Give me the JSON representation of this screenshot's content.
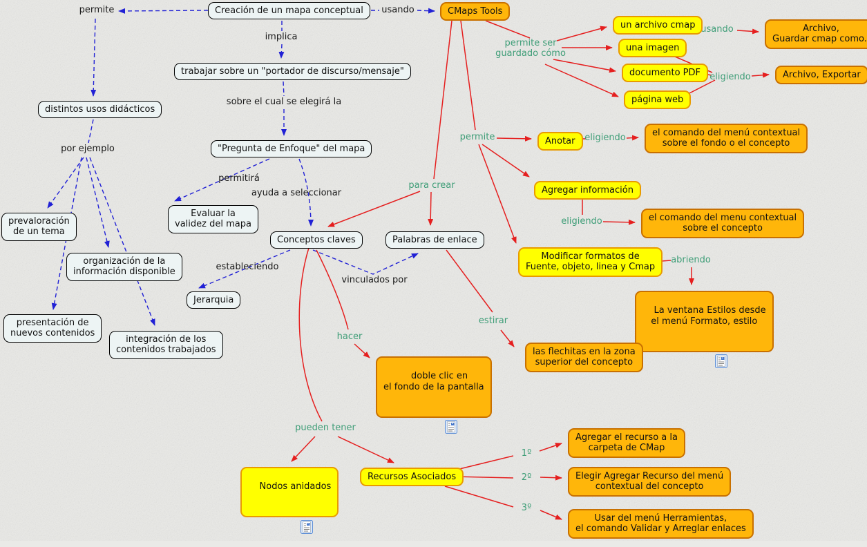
{
  "colors": {
    "background": "#EAEAE7",
    "concept_fill": "#EDF4F4",
    "concept_border": "#000000",
    "yellow_fill": "#FFFF00",
    "yellow_border": "#E89B00",
    "orange_fill": "#FFB60A",
    "orange_border": "#C87000",
    "link_blue": "#2121D5",
    "link_red": "#E51F1F",
    "label_green": "#3E9D77",
    "label_black": "#1A1A1A"
  },
  "icons": {
    "resource": "document-resource-icon"
  },
  "nodes": {
    "creacion": {
      "label": "Creación de un mapa conceptual"
    },
    "trabajar": {
      "label": "trabajar sobre un \"portador de discurso/mensaje\""
    },
    "distintos": {
      "label": "distintos usos didácticos"
    },
    "pregunta": {
      "label": "\"Pregunta de Enfoque\" del mapa"
    },
    "evaluar": {
      "label": "Evaluar la\nvalidez del mapa"
    },
    "conceptos": {
      "label": "Conceptos claves"
    },
    "palabras": {
      "label": "Palabras de enlace"
    },
    "prevaloracion": {
      "label": "prevaloración\nde un tema"
    },
    "organizacion": {
      "label": "organización de la\ninformación disponible"
    },
    "presentacion": {
      "label": "presentación de\nnuevos contenidos"
    },
    "integracion": {
      "label": "integración de los\ncontenidos trabajados"
    },
    "jerarquia": {
      "label": "Jerarquia"
    },
    "cmaps_tools": {
      "label": "CMaps Tools"
    },
    "archivo_cmap": {
      "label": "un archivo cmap"
    },
    "imagen": {
      "label": "una imagen"
    },
    "pdf": {
      "label": "documento PDF"
    },
    "web": {
      "label": "página web"
    },
    "anotar": {
      "label": "Anotar"
    },
    "agregar_info": {
      "label": "Agregar información"
    },
    "modificar": {
      "label": "Modificar formatos de\nFuente, objeto, linea y Cmap"
    },
    "nodos_anidados": {
      "label": "Nodos anidados"
    },
    "recursos": {
      "label": "Recursos Asociados"
    },
    "guardar_como": {
      "label": "Archivo,\nGuardar cmap como.."
    },
    "exportar": {
      "label": "Archivo, Exportar"
    },
    "menu_fondo": {
      "label": "el comando del menú contextual\nsobre el fondo o el concepto"
    },
    "menu_concepto": {
      "label": "el comando del menu contextual\nsobre el concepto"
    },
    "ventana_estilos": {
      "label": "La ventana Estilos desde\nel menú Formato, estilo"
    },
    "doble_clic": {
      "label": "doble clic en\nel fondo de la pantalla"
    },
    "flechitas": {
      "label": "las flechitas en la zona\nsuperior del concepto"
    },
    "recurso_carpeta": {
      "label": "Agregar el recurso a la\ncarpeta de CMap"
    },
    "elegir_agregar": {
      "label": "Elegir Agregar Recurso del menú\ncontextual del concepto"
    },
    "usar_menu": {
      "label": "Usar del menú Herramientas,\nel comando Validar y Arreglar enlaces"
    }
  },
  "labels": {
    "permite_top": {
      "text": "permite"
    },
    "usando_top": {
      "text": "usando"
    },
    "implica": {
      "text": "implica"
    },
    "sobre_cual": {
      "text": "sobre el cual se elegirá la"
    },
    "permitira": {
      "text": "permitirá"
    },
    "ayuda": {
      "text": "ayuda a seleccionar"
    },
    "por_ejemplo": {
      "text": "por ejemplo"
    },
    "estableciendo": {
      "text": "estableciendo"
    },
    "vinculados": {
      "text": "vinculados por"
    },
    "permite_ser": {
      "text": "permite ser\nguardado cómo"
    },
    "usando_guardar": {
      "text": "usando"
    },
    "eligiendo_exportar": {
      "text": "eligiendo"
    },
    "permite_cmaps": {
      "text": "permite"
    },
    "eligiendo_anotar": {
      "text": "eligiendo"
    },
    "para_crear": {
      "text": "para crear"
    },
    "eligiendo_agregar": {
      "text": "eligiendo"
    },
    "abriendo": {
      "text": "abriendo"
    },
    "hacer": {
      "text": "hacer"
    },
    "estirar": {
      "text": "estirar"
    },
    "pueden_tener": {
      "text": "pueden tener"
    },
    "paso1": {
      "text": "1º"
    },
    "paso2": {
      "text": "2º"
    },
    "paso3": {
      "text": "3º"
    }
  }
}
